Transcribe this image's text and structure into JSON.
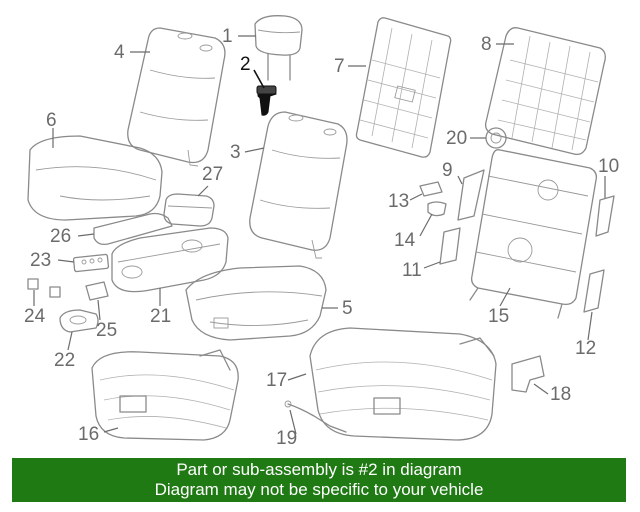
{
  "callouts": {
    "c1": "1",
    "c2": "2",
    "c3": "3",
    "c4": "4",
    "c5": "5",
    "c6": "6",
    "c7": "7",
    "c8": "8",
    "c9": "9",
    "c10": "10",
    "c11": "11",
    "c12": "12",
    "c13": "13",
    "c14": "14",
    "c15": "15",
    "c16": "16",
    "c17": "17",
    "c18": "18",
    "c19": "19",
    "c20": "20",
    "c21": "21",
    "c22": "22",
    "c23": "23",
    "c24": "24",
    "c25": "25",
    "c26": "26",
    "c27": "27"
  },
  "highlighted_part": "2",
  "footer": {
    "line1": "Part or sub-assembly is #2 in diagram",
    "line2": "Diagram may not be specific to your vehicle"
  },
  "colors": {
    "banner": "#1f7a14",
    "banner_text": "#ffffff",
    "line_art": "#8a8a8a"
  }
}
